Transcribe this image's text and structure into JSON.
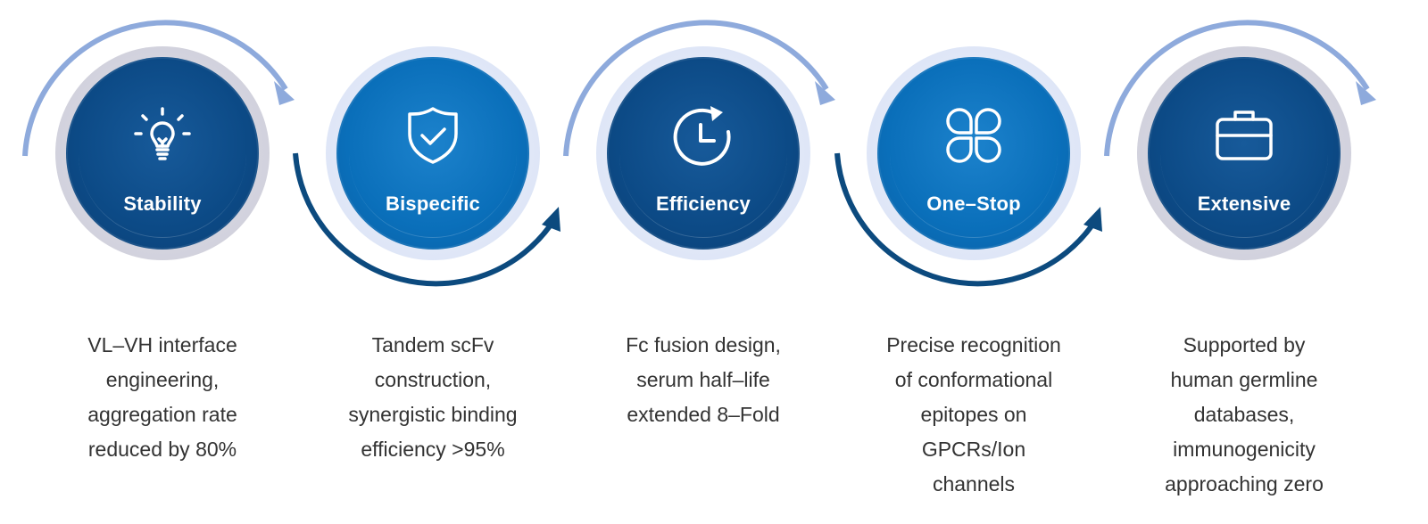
{
  "colors": {
    "arc_light": "#8eaadc",
    "arc_dark": "#0c4a7e",
    "disc_dark": "#0c4a86",
    "disc_light": "#0a6fba",
    "text": "#333333"
  },
  "steps": [
    {
      "title": "Stability",
      "icon": "lightbulb-icon",
      "description_lines": [
        "VL–VH interface",
        "engineering,",
        "aggregation rate",
        "reduced by 80%"
      ]
    },
    {
      "title": "Bispecific",
      "icon": "shield-check-icon",
      "description_lines": [
        "Tandem scFv",
        "construction,",
        "synergistic binding",
        "efficiency >95%"
      ]
    },
    {
      "title": "Efficiency",
      "icon": "clock-refresh-icon",
      "description_lines": [
        "Fc fusion design,",
        "serum half–life",
        "extended 8–Fold"
      ]
    },
    {
      "title": "One–Stop",
      "icon": "four-leaf-icon",
      "description_lines": [
        "Precise recognition",
        "of conformational",
        "epitopes on",
        "GPCRs/Ion",
        "channels"
      ]
    },
    {
      "title": "Extensive",
      "icon": "briefcase-icon",
      "description_lines": [
        "Supported by",
        "human germline",
        "databases,",
        "immunogenicity",
        "approaching zero"
      ]
    }
  ]
}
